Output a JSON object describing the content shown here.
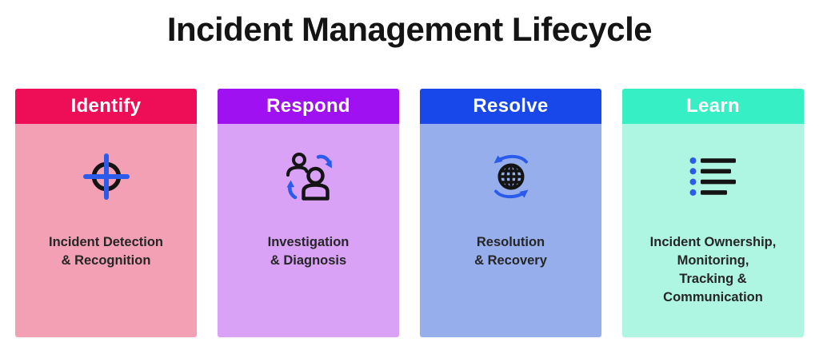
{
  "title": "Incident Management Lifecycle",
  "colors": {
    "background": "#ffffff",
    "title_text": "#141414",
    "header_text": "#ffffff",
    "body_text": "#262626",
    "icon_black": "#141414",
    "accent_blue": "#2b5beb"
  },
  "cards": [
    {
      "label": "Identify",
      "icon": "crosshair-target-icon",
      "header_color": "#ed0e57",
      "body_color": "#f3a0b5",
      "description_lines": [
        "Incident Detection",
        "& Recognition"
      ]
    },
    {
      "label": "Respond",
      "icon": "people-exchange-icon",
      "header_color": "#a011f2",
      "body_color": "#d9a2f7",
      "description_lines": [
        "Investigation",
        "& Diagnosis"
      ]
    },
    {
      "label": "Resolve",
      "icon": "globe-sync-icon",
      "header_color": "#1948ea",
      "body_color": "#97aeec",
      "description_lines": [
        "Resolution",
        "& Recovery"
      ]
    },
    {
      "label": "Learn",
      "icon": "bulleted-list-icon",
      "header_color": "#36efc5",
      "body_color": "#aff6e2",
      "description_lines": [
        "Incident Ownership,",
        "Monitoring,",
        "Tracking &",
        "Communication"
      ]
    }
  ]
}
